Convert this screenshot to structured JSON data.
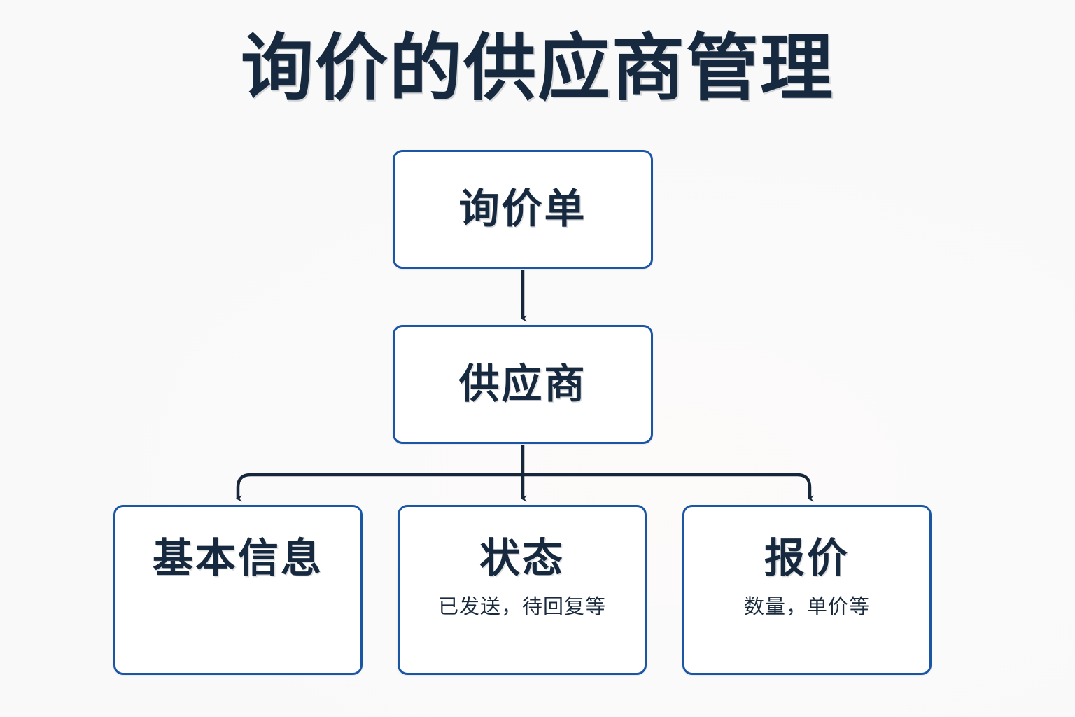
{
  "page": {
    "title": "询价的供应商管理",
    "background_color": "#fbfbfb",
    "accent_border_color": "#1b56a4",
    "text_color": "#17293f",
    "connector_color": "#16263b"
  },
  "diagram": {
    "type": "flowchart",
    "orientation": "top-down",
    "nodes": [
      {
        "id": "inquiry",
        "label": "询价单",
        "subtitle": "",
        "level": 0
      },
      {
        "id": "supplier",
        "label": "供应商",
        "subtitle": "",
        "level": 1
      },
      {
        "id": "basic",
        "label": "基本信息",
        "subtitle": "",
        "level": 2
      },
      {
        "id": "status",
        "label": "状态",
        "subtitle": "已发送，待回复等",
        "level": 2
      },
      {
        "id": "quote",
        "label": "报价",
        "subtitle": "数量，单价等",
        "level": 2
      }
    ],
    "edges": [
      {
        "from": "inquiry",
        "to": "supplier",
        "style": "straight-arrow"
      },
      {
        "from": "supplier",
        "to": "basic",
        "style": "elbow-arrow"
      },
      {
        "from": "supplier",
        "to": "status",
        "style": "straight-arrow"
      },
      {
        "from": "supplier",
        "to": "quote",
        "style": "elbow-arrow"
      }
    ]
  }
}
